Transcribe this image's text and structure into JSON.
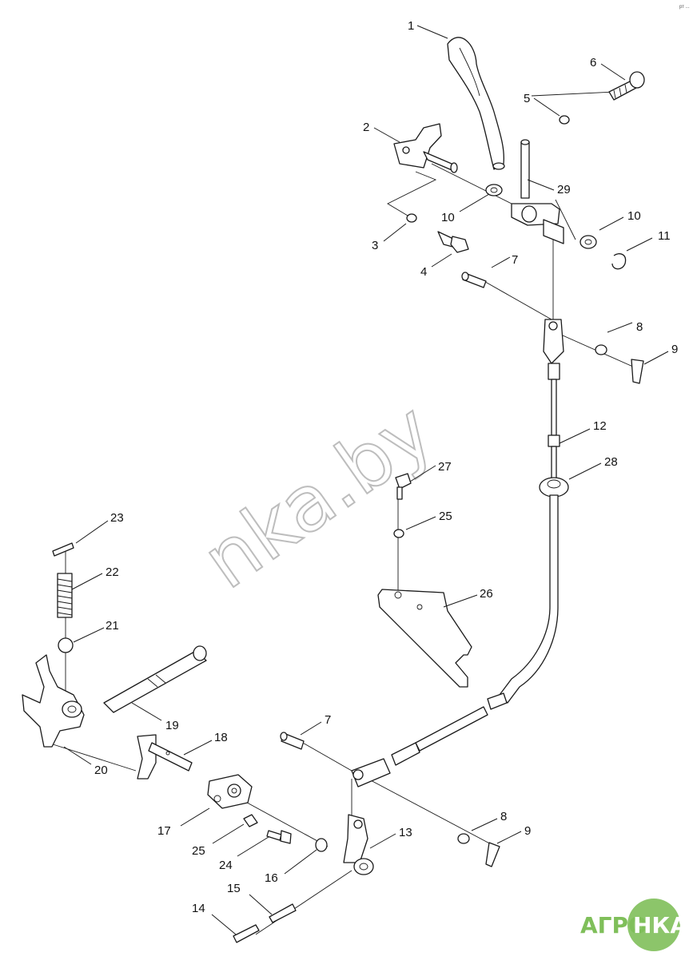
{
  "watermark": "nka.by",
  "corner_mark": "рт ...",
  "logo": {
    "left": "АГРО",
    "right": "НКА",
    "green": "#7fbf5a",
    "circle": "#8cc56a"
  },
  "callouts": [
    "1",
    "2",
    "3",
    "4",
    "5",
    "6",
    "7",
    "8",
    "9",
    "10",
    "10",
    "11",
    "12",
    "13",
    "14",
    "15",
    "16",
    "17",
    "18",
    "19",
    "20",
    "21",
    "22",
    "23",
    "24",
    "25",
    "25",
    "26",
    "27",
    "28",
    "29",
    "7",
    "8",
    "9"
  ]
}
